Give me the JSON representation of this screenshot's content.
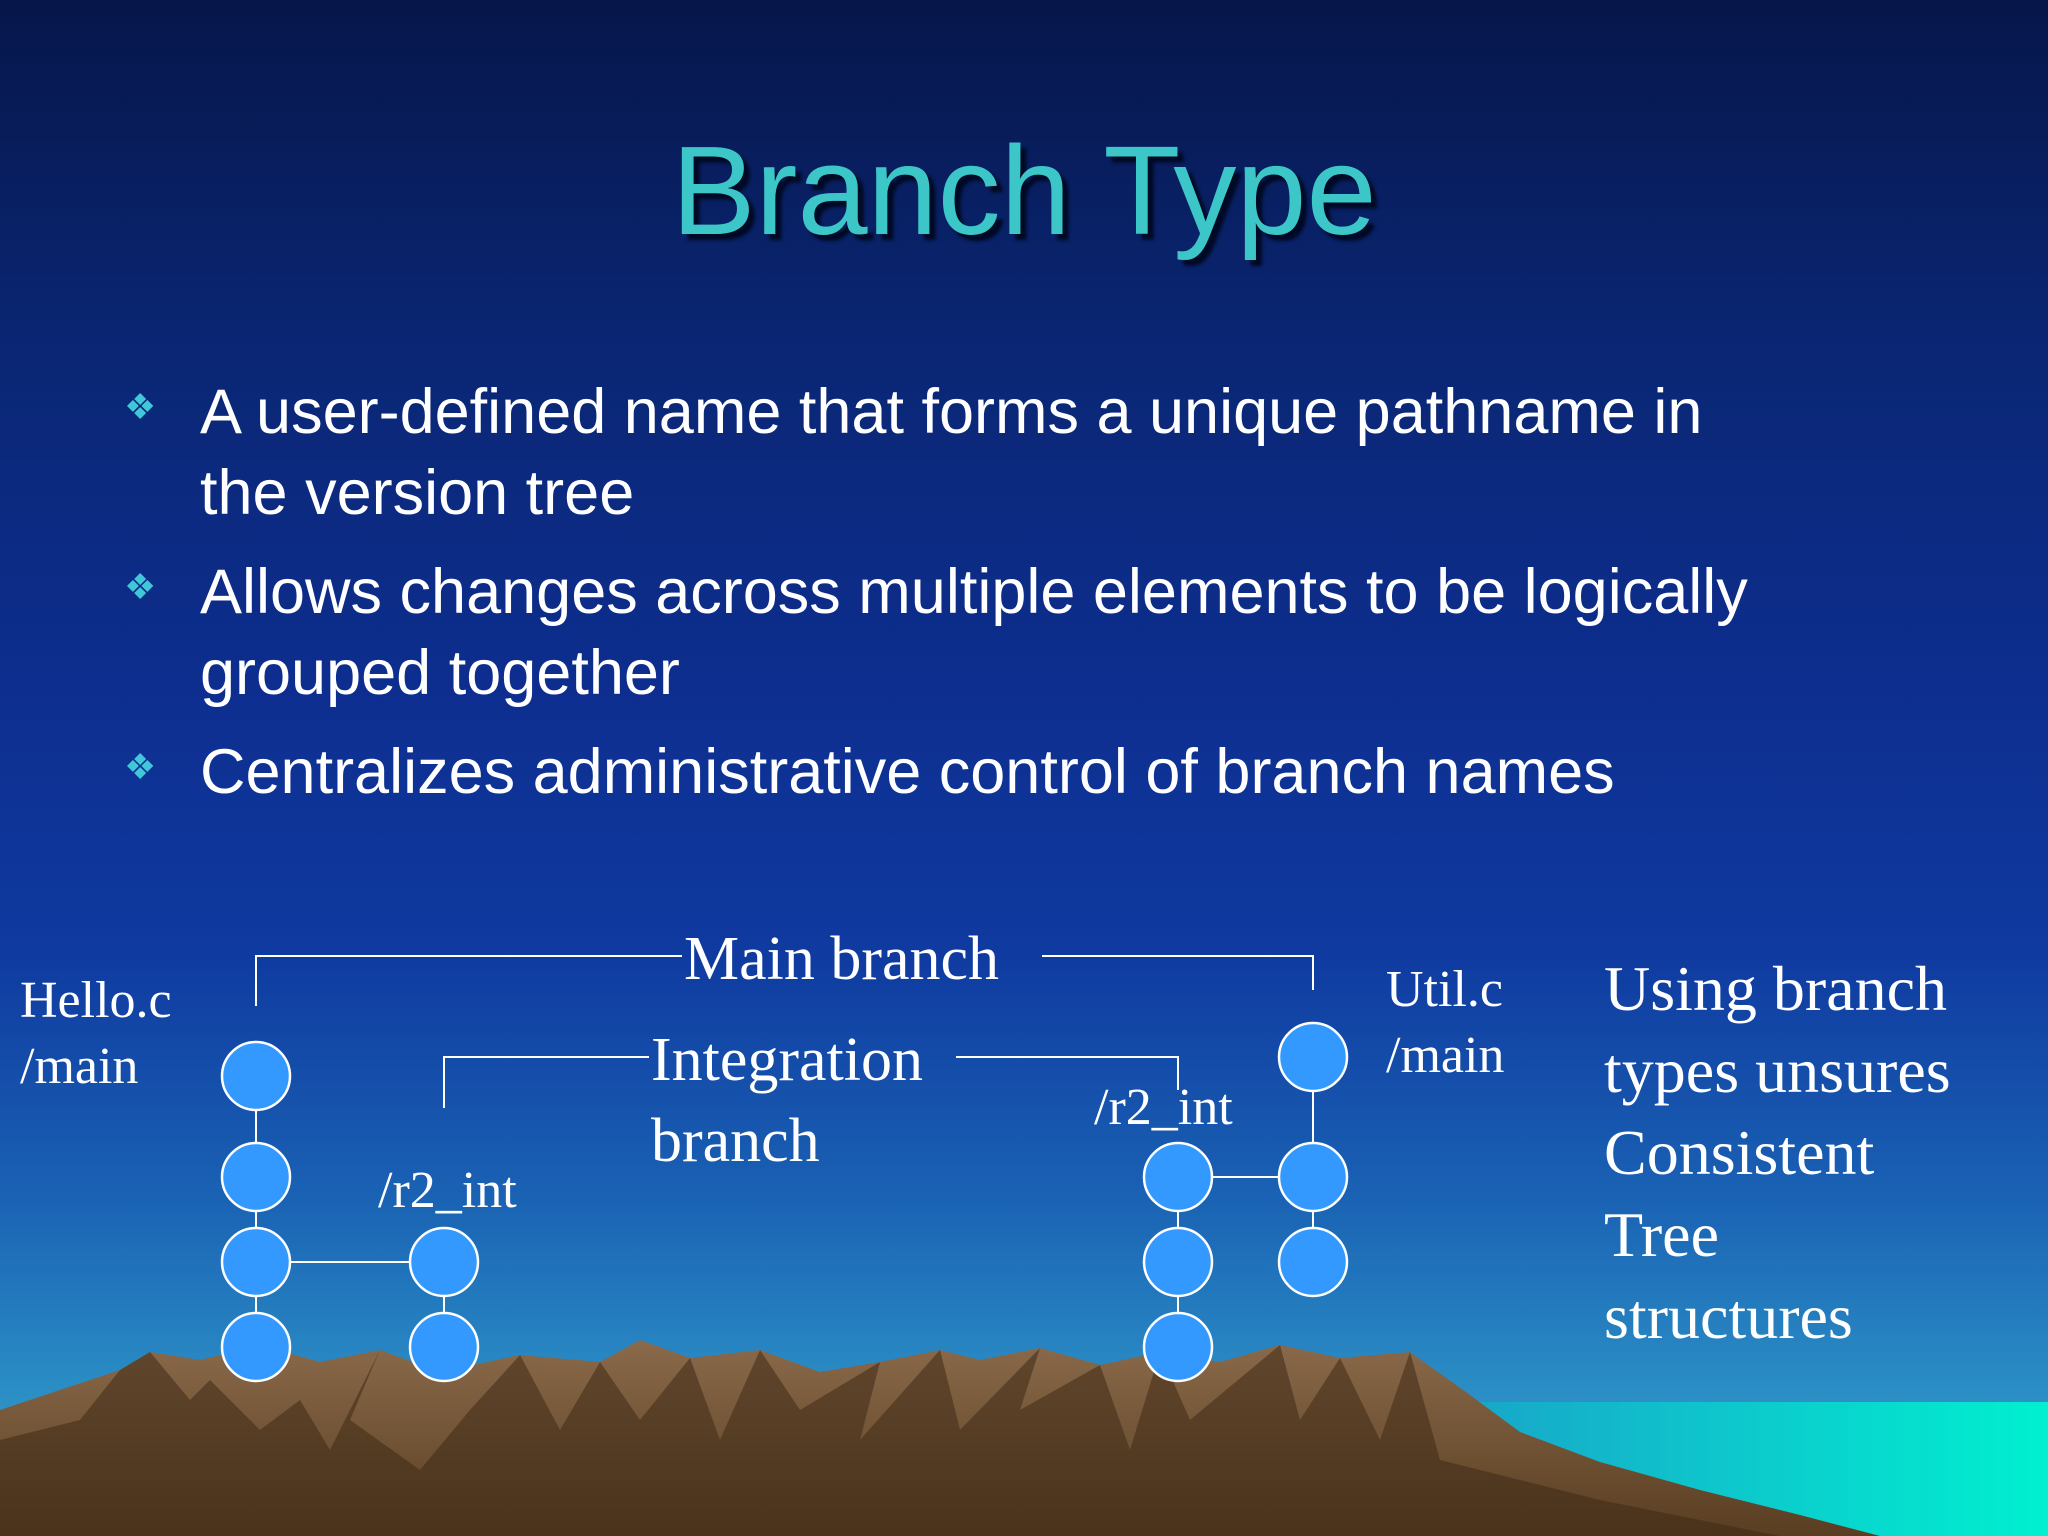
{
  "title": "Branch Type",
  "bullets": [
    {
      "line1": "A user-defined name that forms a unique pathname in",
      "line2": "the version tree"
    },
    {
      "line1": "Allows changes across multiple elements to be logically",
      "line2": "grouped together"
    },
    {
      "line1": "Centralizes administrative control of branch names",
      "line2": ""
    }
  ],
  "bullet_icon": "diamond-cluster-icon",
  "diagram": {
    "main_branch_label": "Main branch",
    "integration_label_line1": "Integration",
    "integration_label_line2": "branch",
    "hello_line1": "Hello.c",
    "hello_line2": "/main",
    "util_line1": "Util.c",
    "util_line2": "/main",
    "r2_left": "/r2_int",
    "r2_right": "/r2_int"
  },
  "side_note": [
    "Using branch",
    "types unsures",
    "Consistent",
    "Tree",
    "structures"
  ],
  "colors": {
    "title": "#3cc6c8",
    "node_fill": "#3399ff",
    "bullet_icon": "#40c8d8"
  }
}
